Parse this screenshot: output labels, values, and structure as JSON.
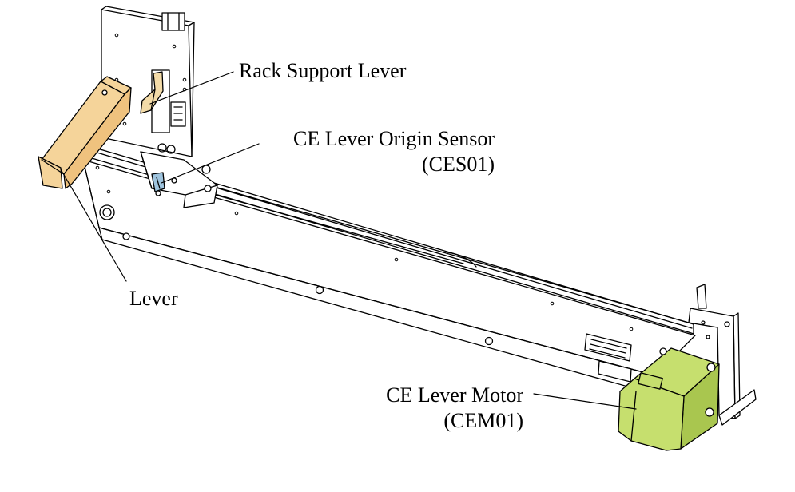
{
  "labels": {
    "rack_support_lever": "Rack Support Lever",
    "ce_lever_origin_sensor": "CE Lever Origin Sensor",
    "ce_lever_origin_sensor_code": "(CES01)",
    "lever": "Lever",
    "ce_lever_motor": "CE Lever Motor",
    "ce_lever_motor_code": "(CEM01)"
  },
  "colors": {
    "lever": "#f5d49a",
    "lever_edge": "#c98f3e",
    "rack_support_lever": "#f3dba8",
    "sensor": "#9fc4de",
    "motor": "#c6df6e",
    "motor_dark": "#a9c64f",
    "outline": "#000000"
  }
}
